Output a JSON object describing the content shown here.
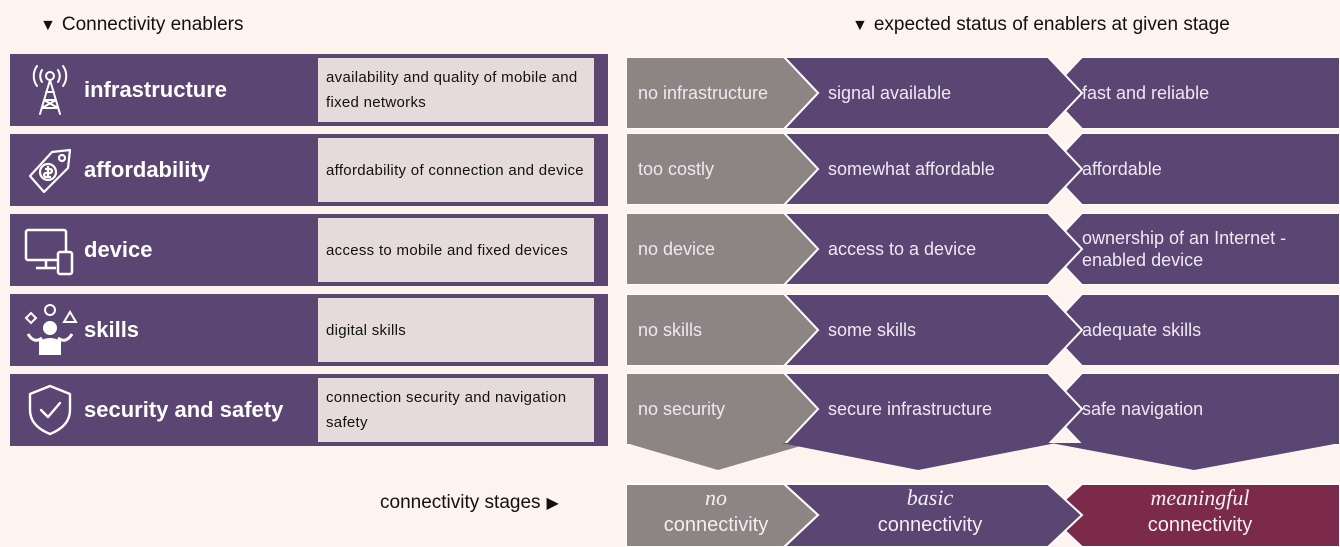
{
  "headers": {
    "left": "Connectivity enablers",
    "right": "expected status of enablers at given stage",
    "triangle": "▼"
  },
  "colors": {
    "purple": "#5b4572",
    "gray": "#8c8584",
    "crimson": "#7b2a4a",
    "desc_bg": "#e6dbdb",
    "page_bg": "#fdf3ef"
  },
  "enablers": [
    {
      "icon": "antenna-tower-icon",
      "name": "infrastructure",
      "description": "availability and quality of mobile and fixed networks",
      "statuses": [
        "no infrastructure",
        "signal available",
        "fast and reliable"
      ]
    },
    {
      "icon": "price-tag-icon",
      "name": "affordability",
      "description": "affordability of connection and device",
      "statuses": [
        "too costly",
        "somewhat affordable",
        "affordable"
      ]
    },
    {
      "icon": "monitor-phone-icon",
      "name": "device",
      "description": "access to mobile and fixed devices",
      "statuses": [
        "no device",
        "access to a device",
        "ownership of an Internet -enabled device"
      ]
    },
    {
      "icon": "person-juggling-icon",
      "name": "skills",
      "description": "digital skills",
      "statuses": [
        "no skills",
        "some skills",
        "adequate skills"
      ]
    },
    {
      "icon": "shield-check-icon",
      "name": "security and safety",
      "description": "connection security and navigation safety",
      "statuses": [
        "no security",
        "secure infrastructure",
        "safe navigation"
      ]
    }
  ],
  "stages_label": "connectivity stages",
  "stages_arrow": "▶",
  "stages": [
    {
      "qualifier": "no",
      "name": "connectivity"
    },
    {
      "qualifier": "basic",
      "name": "connectivity"
    },
    {
      "qualifier": "meaningful",
      "name": "connectivity"
    }
  ]
}
